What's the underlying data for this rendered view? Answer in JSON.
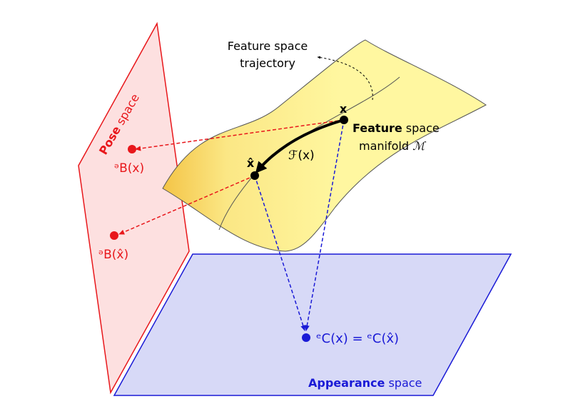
{
  "labels": {
    "trajectory_line1": "Feature space",
    "trajectory_line2": "trajectory",
    "feature_bold": "Feature",
    "feature_rest": " space",
    "manifold_word": "manifold ",
    "manifold_symbol": "ℳ",
    "pose_bold": "Pose",
    "pose_rest": " space",
    "appearance_bold": "Appearance",
    "appearance_rest": " space",
    "point_x": "x",
    "point_xhat": "x̂",
    "F_of_x": "ℱ(x)",
    "P_of_x": "ᵊB(x)",
    "P_of_xhat": "ᵊB(x̂)",
    "A_equation": "ᵉC(x) = ᵉC(x̂)"
  },
  "colors": {
    "pose": "#e8171b",
    "pose_fill": "#fde0e0",
    "appearance": "#1a1ad6",
    "appearance_fill": "#d7d9f7",
    "manifold_light": "#fff7a0",
    "manifold_dark": "#f4c548",
    "trajectory": "#000000"
  }
}
